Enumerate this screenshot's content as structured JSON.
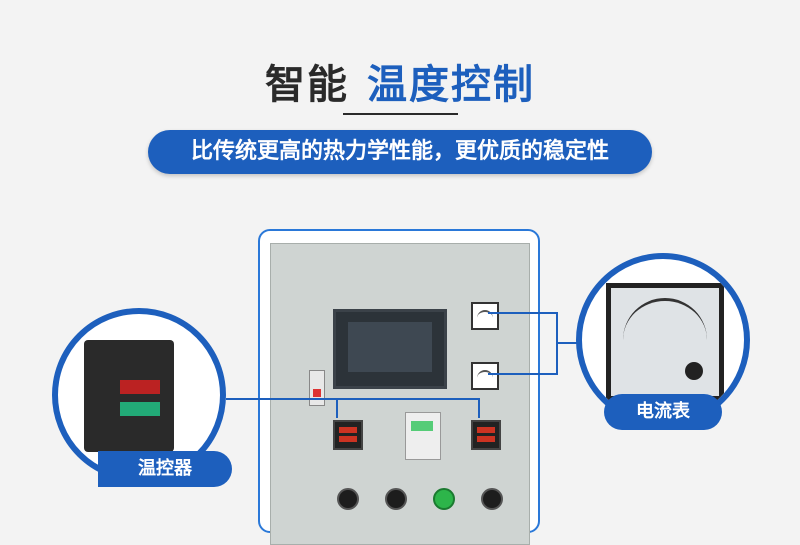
{
  "header": {
    "title_dark": "智能",
    "title_blue": "温度控制",
    "subtitle": "比传统更高的热力学性能，更优质的稳定性"
  },
  "callouts": {
    "left_label": "温控器",
    "right_label": "电流表"
  },
  "colors": {
    "accent": "#1d5fbd",
    "frame": "#2a78d8",
    "background": "#f3f3f3"
  }
}
